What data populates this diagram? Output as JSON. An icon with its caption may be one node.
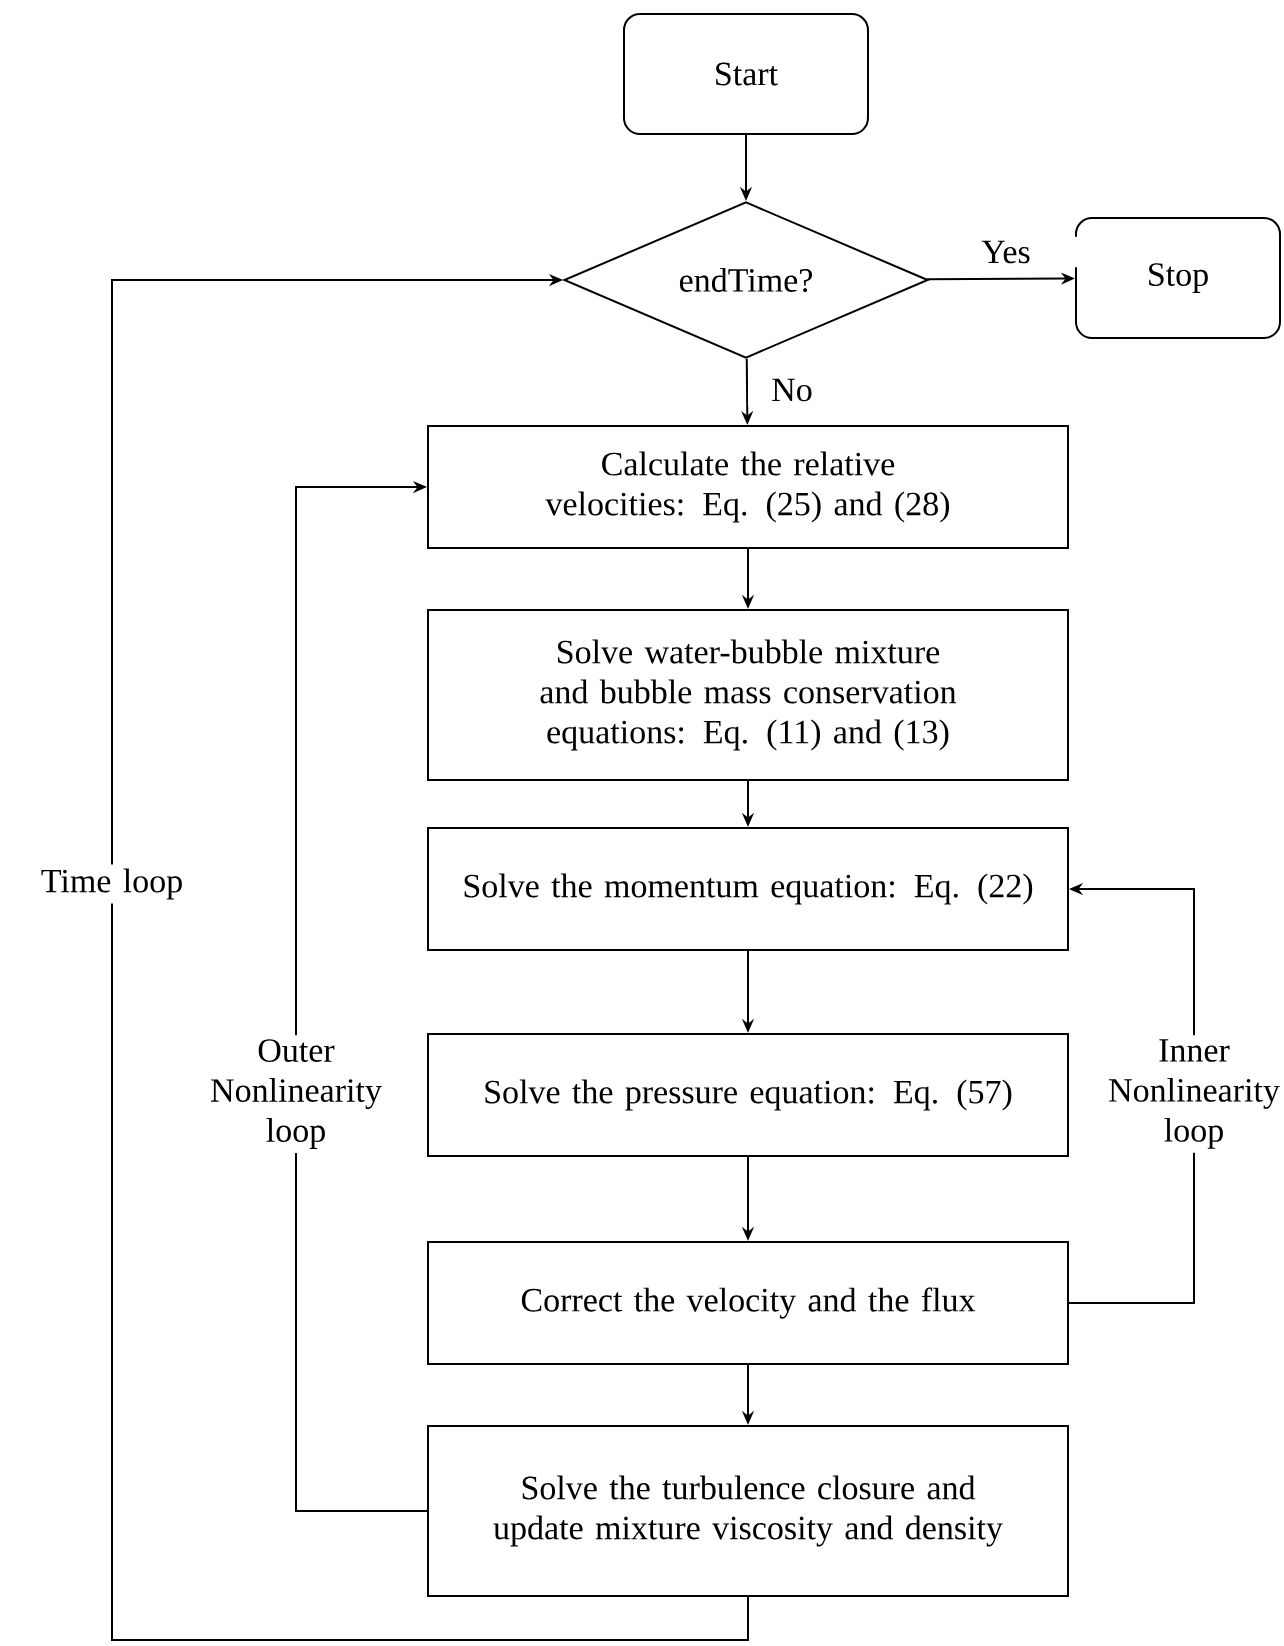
{
  "diagram": {
    "nodes": [
      {
        "text": [
          "Start"
        ]
      },
      {
        "text": [
          "endTime?"
        ]
      },
      {
        "text": [
          "Stop"
        ]
      },
      {
        "text": [
          "Calculate the relative velocities: Eq. (25) and (28)"
        ]
      },
      {
        "text": [
          "Solve water-bubble mixture and bubble mass conservation equations: Eq. (11) and (13)"
        ]
      },
      {
        "text": [
          "Solve the momentum equation: Eq. (22)"
        ]
      },
      {
        "text": [
          "Solve the pressure equation: Eq. (57)"
        ]
      },
      {
        "text": [
          "Correct the velocity and the flux"
        ]
      },
      {
        "text": [
          "Solve the turbulence closure and update mixture viscosity and density"
        ]
      }
    ],
    "edges": [
      {
        "from": 0,
        "to": 1,
        "arrow": "to"
      },
      {
        "from": 1,
        "to": 2,
        "arrow": "to",
        "label": "Yes"
      },
      {
        "from": 1,
        "to": 3,
        "arrow": "to",
        "label": "No"
      },
      {
        "from": 3,
        "to": 4,
        "arrow": "to"
      },
      {
        "from": 4,
        "to": 5,
        "arrow": "to"
      },
      {
        "from": 5,
        "to": 6,
        "arrow": "to"
      },
      {
        "from": 6,
        "to": 7,
        "arrow": "to"
      },
      {
        "from": 7,
        "to": 8,
        "arrow": "to"
      },
      {
        "from": 8,
        "to": 1,
        "arrow": "to",
        "label": "Time loop"
      },
      {
        "from": 8,
        "to": 3,
        "arrow": "to",
        "label": "Outer Nonlinearity loop"
      },
      {
        "from": 7,
        "to": 5,
        "arrow": "to",
        "label": "Inner Nonlinearity loop"
      }
    ]
  }
}
